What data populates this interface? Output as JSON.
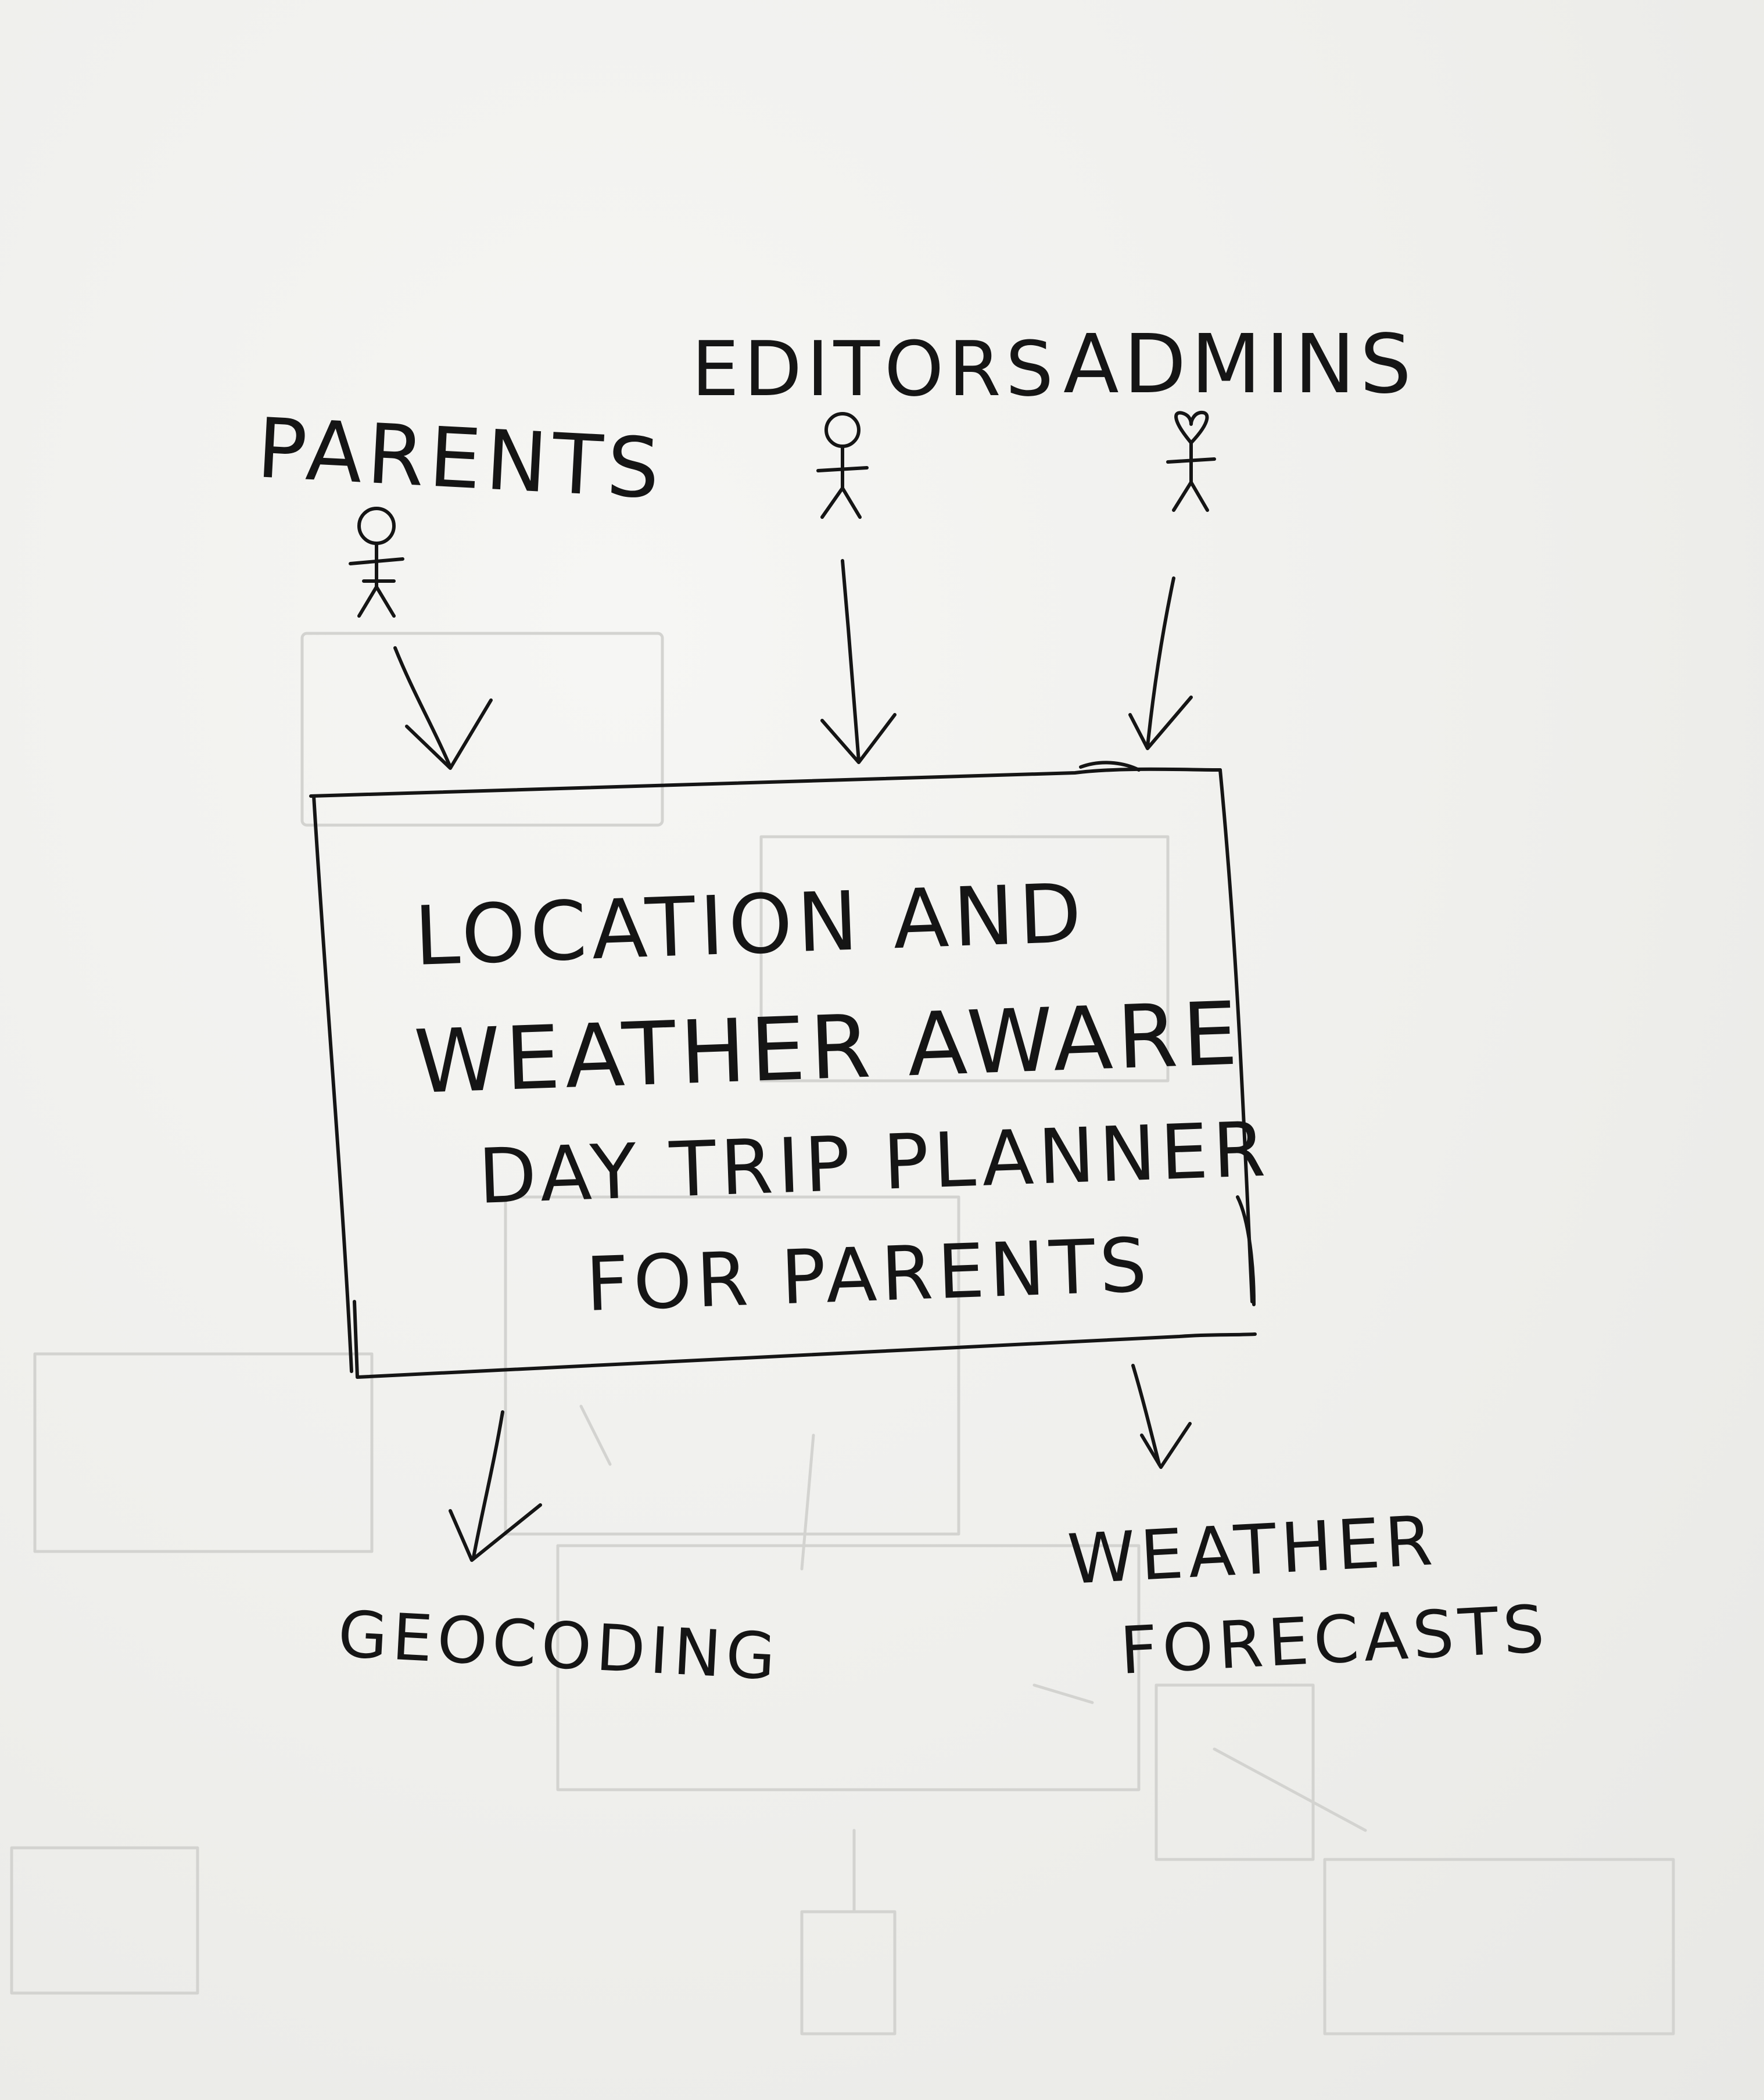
{
  "actors": {
    "parents": {
      "label": "PARENTS",
      "icon": "stick-figure-icon"
    },
    "editors": {
      "label": "EDITORS",
      "icon": "stick-figure-icon"
    },
    "admins": {
      "label": "ADMINS",
      "icon": "stick-figure-icon"
    }
  },
  "system": {
    "line1": "LOCATION AND",
    "line2": "WEATHER AWARE",
    "line3": "DAY TRIP PLANNER",
    "line4": "FOR PARENTS"
  },
  "dependencies": {
    "geocoding": {
      "label": "GEOCODING"
    },
    "weather_forecasts": {
      "line1": "WEATHER",
      "line2": "FORECASTS"
    }
  },
  "colors": {
    "ink": "#151515",
    "paper": "#f1f1ef",
    "ghost_ink": "#d3d3d0"
  }
}
